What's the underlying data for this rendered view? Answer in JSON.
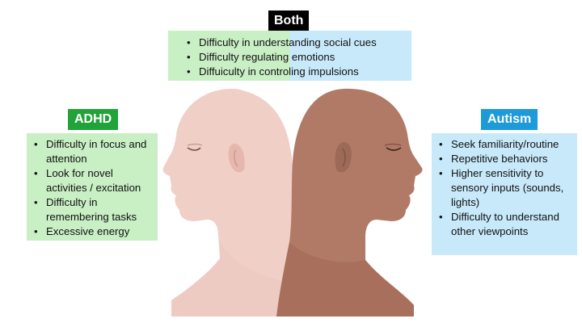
{
  "labels": {
    "both": "Both",
    "adhd": "ADHD",
    "autism": "Autism"
  },
  "both_items": [
    "Difficulty in understanding social cues",
    "Difficulty regulating emotions",
    "Diffuiculty in controling impulsions"
  ],
  "adhd_items": [
    "Difficulty in focus and attention",
    "Look for novel activities / excitation",
    "Difficulty in remembering tasks",
    "Excessive energy"
  ],
  "autism_items": [
    "Seek familiarity/routine",
    "Repetitive behaviors",
    "Higher sensitivity to sensory inputs (sounds, lights)",
    "Difficulty to understand other viewpoints"
  ],
  "colors": {
    "adhd": "#22a33a",
    "autism": "#1d9bd8",
    "both": "#000000",
    "adhd_box": "#c9efc5",
    "autism_box": "#c8e9fa",
    "light_skin": "#f0cfc7",
    "dark_skin": "#b07a66"
  },
  "icons": [
    "light-skin-head-icon",
    "dark-skin-head-icon"
  ]
}
